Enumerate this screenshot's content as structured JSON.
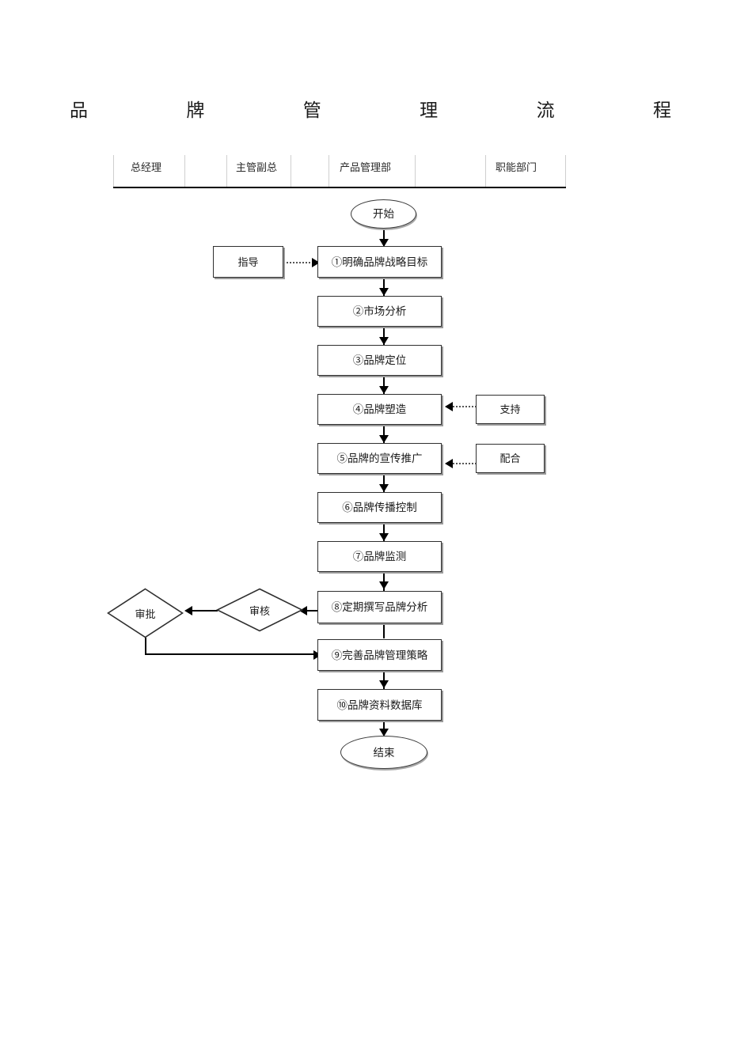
{
  "document": {
    "title_chars": [
      "品",
      "牌",
      "管",
      "理",
      "流",
      "程"
    ],
    "title_text": "品牌管理流程"
  },
  "swimlanes": {
    "labels": [
      {
        "text": "总经理"
      },
      {
        "text": "主管副总"
      },
      {
        "text": "产品管理部"
      },
      {
        "text": "职能部门"
      }
    ]
  },
  "flow": {
    "start": {
      "label": "开始",
      "shape": "ellipse"
    },
    "end": {
      "label": "结束",
      "shape": "ellipse"
    },
    "steps": [
      {
        "id": 1,
        "label": "①明确品牌战略目标"
      },
      {
        "id": 2,
        "label": "②市场分析"
      },
      {
        "id": 3,
        "label": "③品牌定位"
      },
      {
        "id": 4,
        "label": "④品牌塑造"
      },
      {
        "id": 5,
        "label": "⑤品牌的宣传推广"
      },
      {
        "id": 6,
        "label": "⑥品牌传播控制"
      },
      {
        "id": 7,
        "label": "⑦品牌监测"
      },
      {
        "id": 8,
        "label": "⑧定期撰写品牌分析"
      },
      {
        "id": 9,
        "label": "⑨完善品牌管理策略"
      },
      {
        "id": 10,
        "label": "⑩品牌资料数据库"
      }
    ],
    "side_inputs": [
      {
        "label": "指导",
        "side": "left",
        "target_step": 1
      },
      {
        "label": "支持",
        "side": "right",
        "target_step": 4
      },
      {
        "label": "配合",
        "side": "right",
        "target_step": 5
      }
    ],
    "decisions": [
      {
        "label": "审核",
        "shape": "diamond"
      },
      {
        "label": "审批",
        "shape": "diamond"
      }
    ]
  },
  "colors": {
    "line": "#000000",
    "shape_border": "#2f2f2f",
    "shadow": "#9a9a9a",
    "dotted_line": "#555555",
    "lane_divider": "#cfcfcf",
    "text": "#1a1a1a",
    "background": "#ffffff"
  }
}
